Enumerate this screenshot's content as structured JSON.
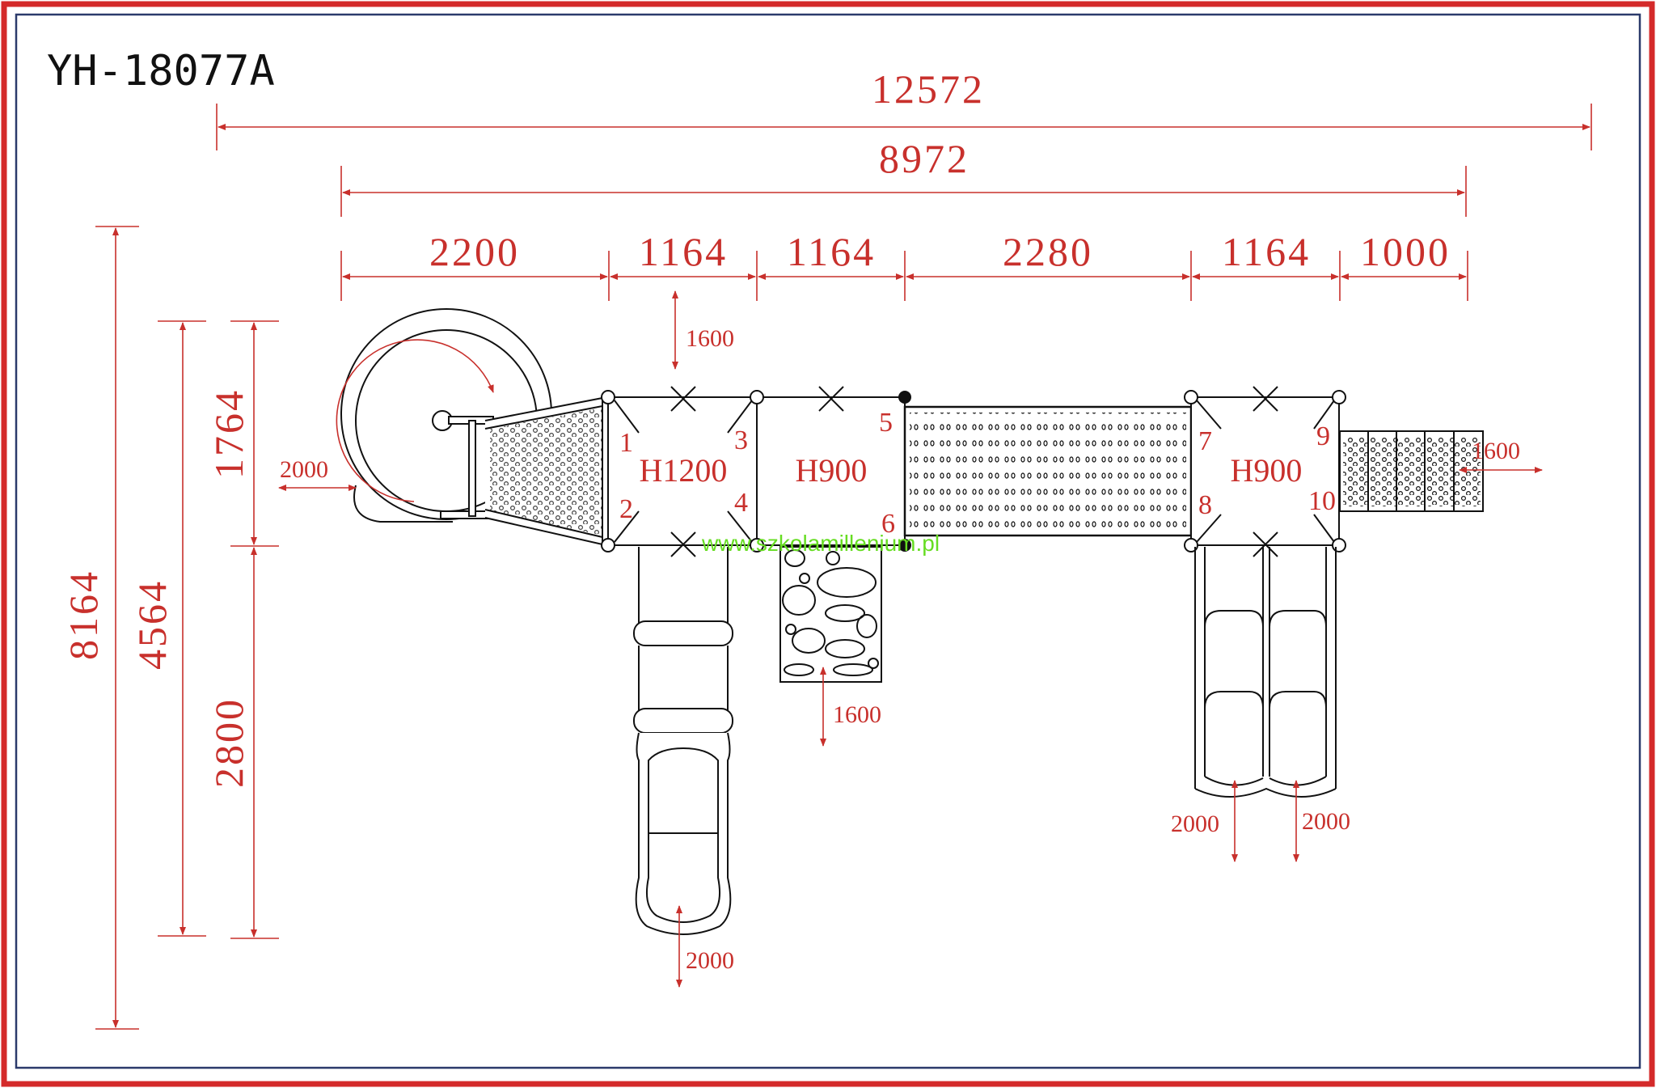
{
  "title": "YH-18077A",
  "watermark": "www.szkolamillenium.pl",
  "colors": {
    "dimension": "#c8302c",
    "outer_border": "#d42a2a",
    "inner_border": "#2b3a6b",
    "watermark": "#66dd22"
  },
  "overall_dims": {
    "total_width": "12572",
    "platform_width": "8972"
  },
  "segment_dims": [
    "2200",
    "1164",
    "1164",
    "2280",
    "1164",
    "1000"
  ],
  "vertical_dims": {
    "total_depth": "8164",
    "depth_2": "4564",
    "upper": "1764",
    "lower": "2800"
  },
  "platforms": [
    {
      "height_label": "H1200"
    },
    {
      "height_label": "H900"
    },
    {
      "height_label": "H900"
    }
  ],
  "post_numbers": [
    "1",
    "2",
    "3",
    "4",
    "5",
    "6",
    "7",
    "8",
    "9",
    "10"
  ],
  "clearances": {
    "top_platform": "1600",
    "spiral_slide": "2000",
    "climbing_wall": "1600",
    "straight_slide": "2000",
    "double_slide_left": "2000",
    "double_slide_right": "2000",
    "steps": "1600"
  }
}
